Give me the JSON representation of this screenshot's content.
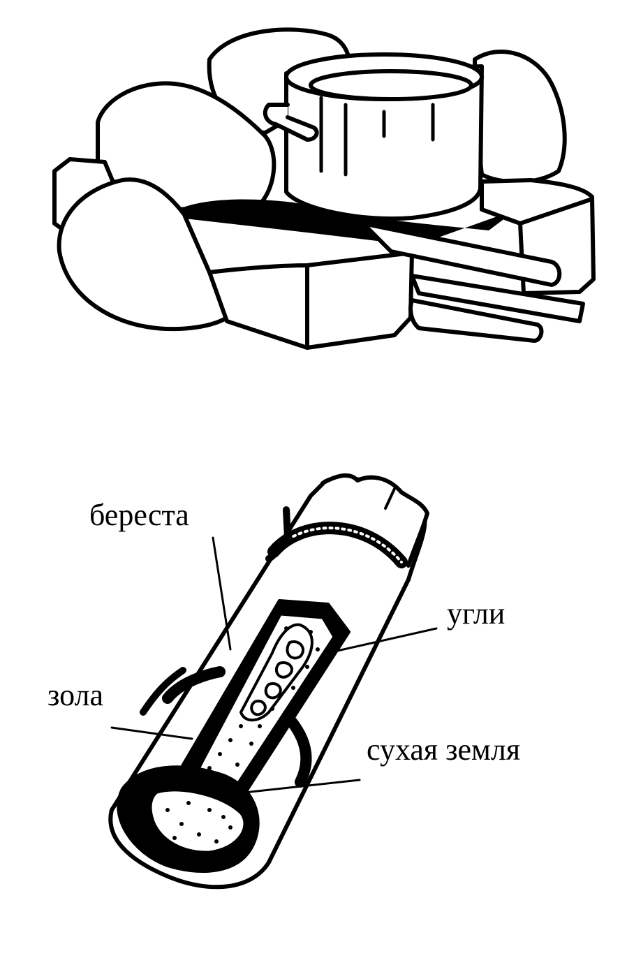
{
  "colors": {
    "ink": "#000000",
    "paper": "#ffffff"
  },
  "illustrations": {
    "top": "campfire-stones-with-pot",
    "bottom": "birch-bark-ember-carrier-cutaway"
  },
  "labels": {
    "bark": "береста",
    "coals": "угли",
    "ash": "зола",
    "dry_earth": "сухая земля"
  }
}
